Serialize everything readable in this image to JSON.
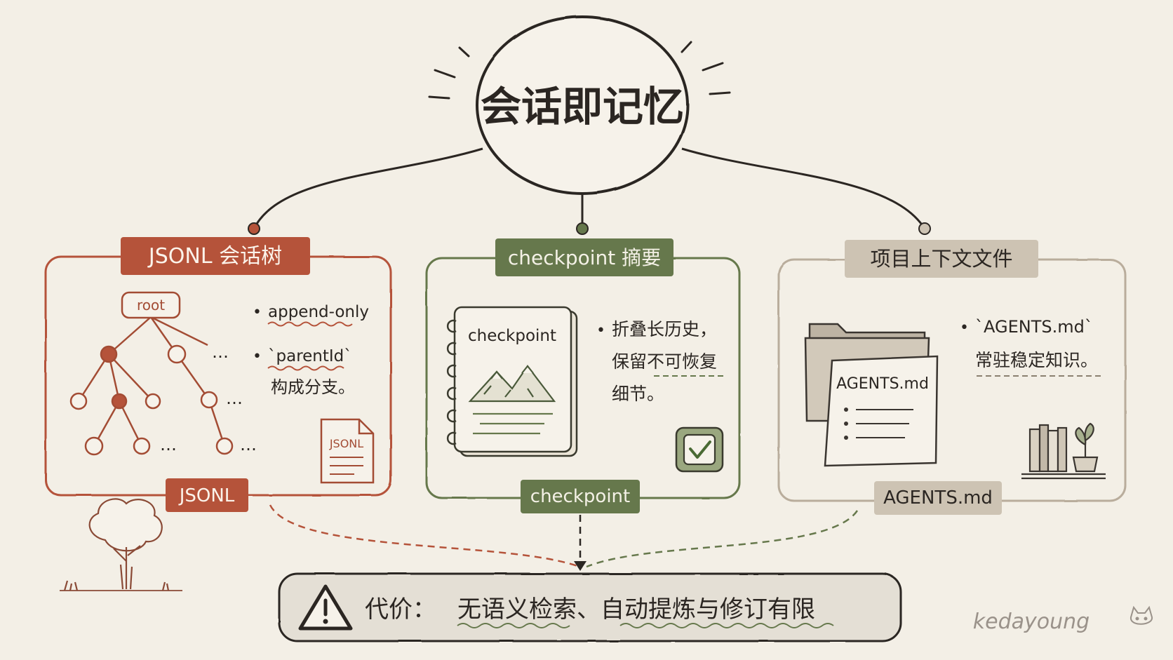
{
  "center": {
    "title": "会话即记忆"
  },
  "panels": [
    {
      "id": "jsonl",
      "tag": "JSONL 会话树",
      "footer": "JSONL",
      "color": "#b5533a",
      "tree": {
        "root_label": "root",
        "ellipsis": "…"
      },
      "file_label": "JSONL",
      "bullets": [
        {
          "lines": [
            "append-only"
          ]
        },
        {
          "lines": [
            "`parentId`",
            "构成分支。"
          ]
        }
      ]
    },
    {
      "id": "checkpoint",
      "tag": "checkpoint 摘要",
      "footer": "checkpoint",
      "color": "#66784c",
      "notebook_label": "checkpoint",
      "bullets": [
        {
          "lines": [
            "折叠长历史，",
            "保留不可恢复",
            "细节。"
          ]
        }
      ]
    },
    {
      "id": "agents",
      "tag": "项目上下文文件",
      "footer": "AGENTS.md",
      "color": "#b9ad9c",
      "doc_label": "AGENTS.md",
      "bullets": [
        {
          "lines": [
            "`AGENTS.md`",
            "常驻稳定知识。"
          ]
        }
      ]
    }
  ],
  "warning": {
    "label": "代价：",
    "text": "无语义检索、自动提炼与修订有限"
  },
  "signature": "kedayoung",
  "colors": {
    "background": "#f3efe6",
    "ink": "#2b2622",
    "rust": "#b5533a",
    "green": "#66784c",
    "tan": "#b9ad9c"
  }
}
